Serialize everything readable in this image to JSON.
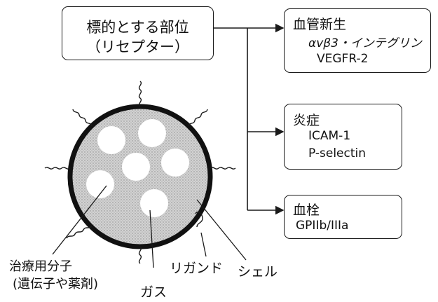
{
  "target": {
    "line1": "標的とする部位",
    "line2": "（リセプター）"
  },
  "categories": [
    {
      "title": "血管新生",
      "items": [
        "αvβ3・インテグリン",
        "VEGFR-2"
      ]
    },
    {
      "title": "炎症",
      "items": [
        "ICAM-1",
        "P-selectin"
      ]
    },
    {
      "title": "血栓",
      "items": [
        "GPIIb/IIIa"
      ]
    }
  ],
  "labels": {
    "therapeutic_line1": "治療用分子",
    "therapeutic_line2": "(遺伝子や薬剤)",
    "ligand": "リガンド",
    "gas": "ガス",
    "shell": "シェル"
  }
}
